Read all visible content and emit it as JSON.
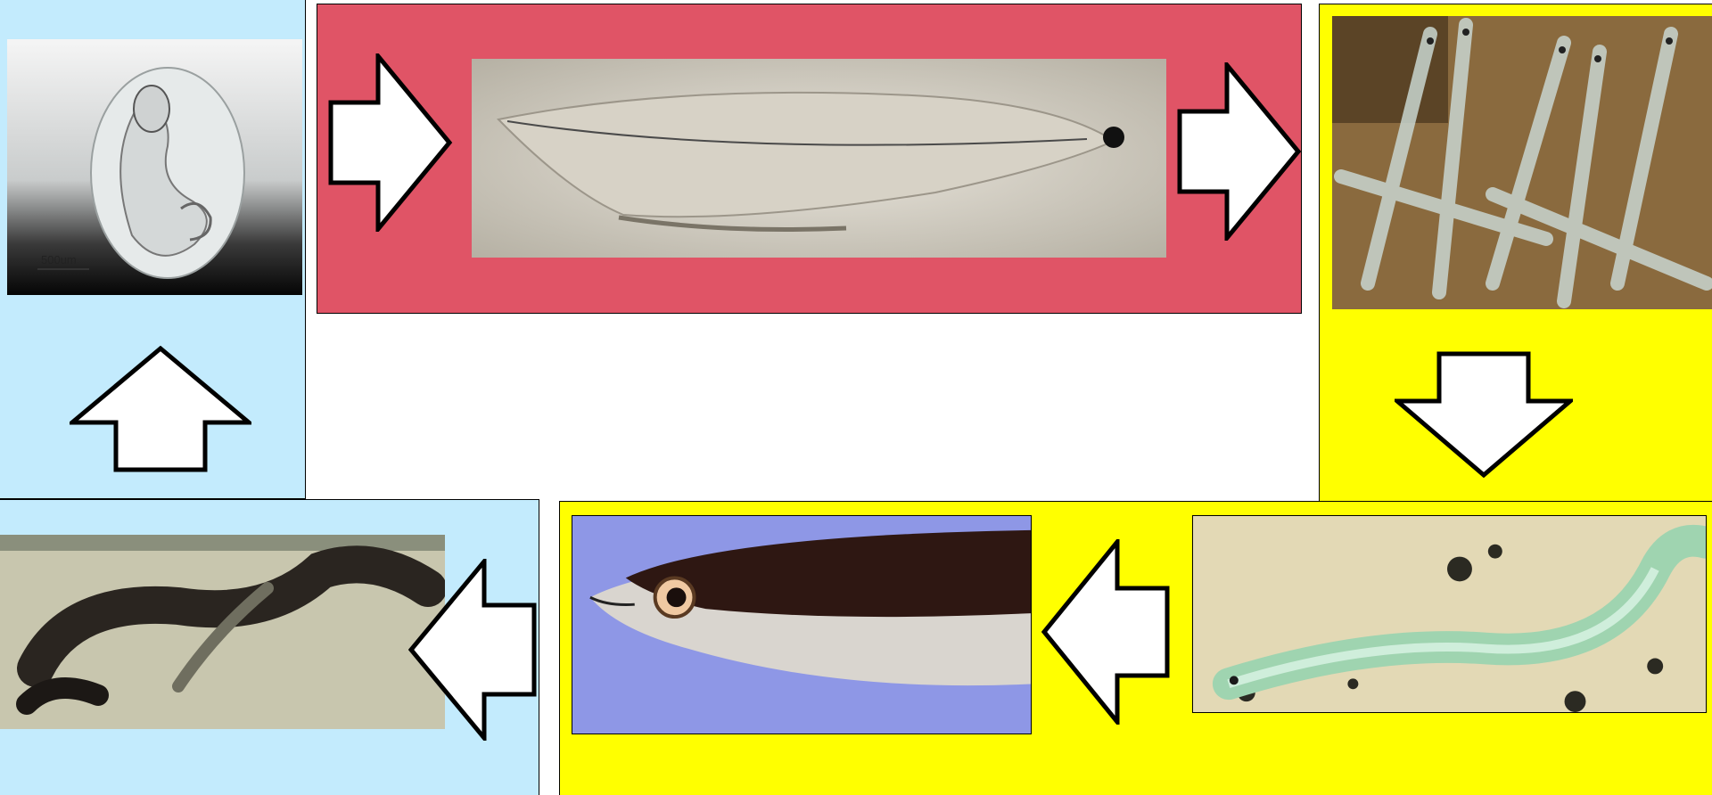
{
  "diagram": {
    "stages": [
      {
        "id": "egg",
        "photo_icon": "egg-embryo-photo",
        "scale_label": "500um"
      },
      {
        "id": "leptocephalus",
        "photo_icon": "leptocephalus-larva-photo"
      },
      {
        "id": "glass-eel",
        "photo_icon": "glass-eels-photo"
      },
      {
        "id": "elver",
        "photo_icon": "elver-photo"
      },
      {
        "id": "yellow-eel",
        "photo_icon": "yellow-eel-photo"
      },
      {
        "id": "silver-eel",
        "photo_icon": "silver-eel-photo"
      }
    ],
    "arrows": [
      "arrow-right-icon",
      "arrow-right-icon",
      "arrow-down-icon",
      "arrow-left-icon",
      "arrow-left-icon",
      "arrow-up-icon"
    ]
  },
  "colors": {
    "ocean_panel": "#c3ebfd",
    "larva_panel": "#e05466",
    "freshwater_panel": "#ffff00",
    "arrow_fill": "#ffffff",
    "arrow_stroke": "#000000"
  }
}
